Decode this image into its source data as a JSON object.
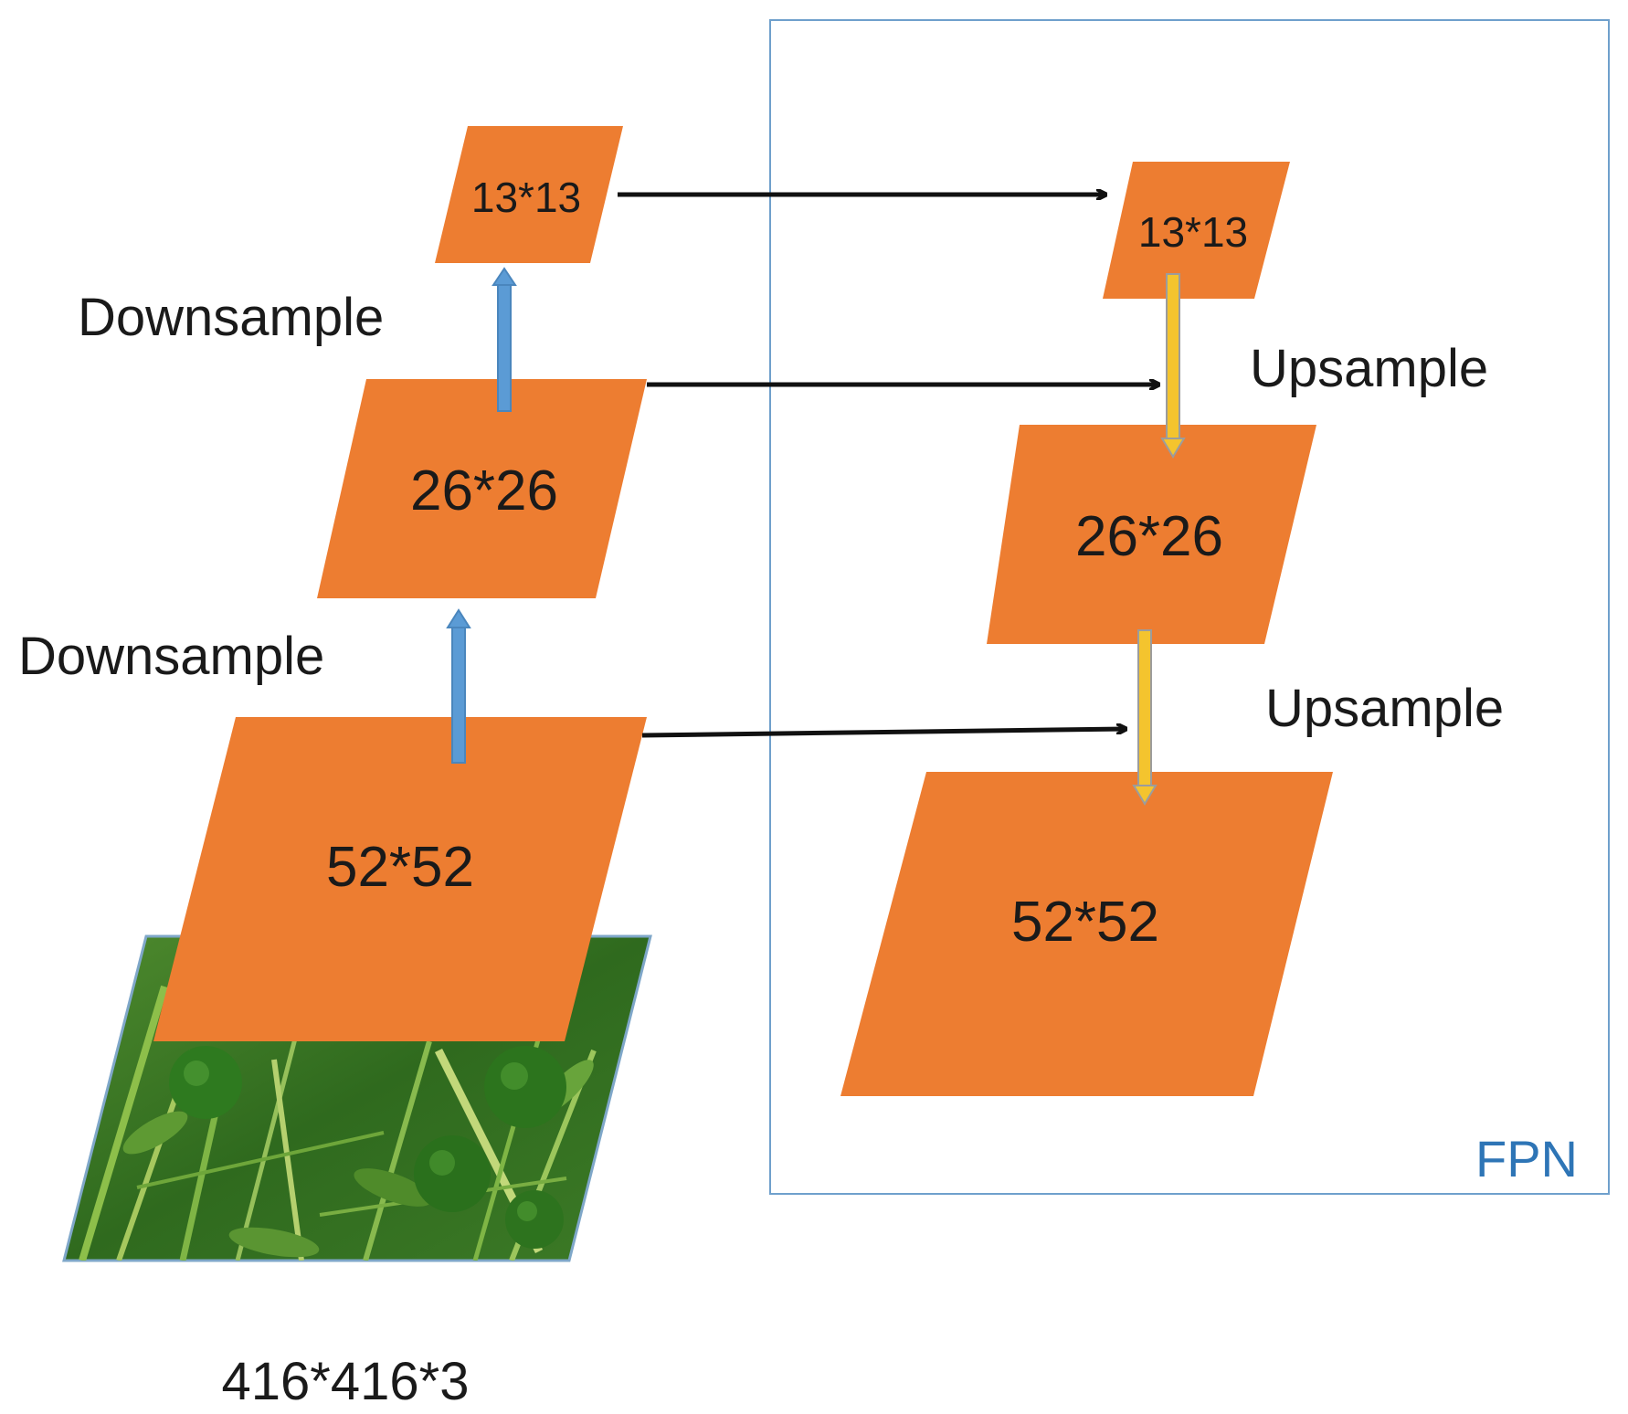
{
  "colors": {
    "feature_map": "#ED7D31",
    "downsample_arrow": "#5B9BD5",
    "upsample_arrow": "#F4C42E",
    "lateral_arrow": "#111111",
    "fpn_border": "#6FA0CC",
    "fpn_text": "#2E75B6"
  },
  "backbone": {
    "input_label": "416*416*3",
    "input_image_icon": "green-foliage-with-citrus-fruit",
    "levels": [
      {
        "label": "13*13"
      },
      {
        "label": "26*26"
      },
      {
        "label": "52*52"
      }
    ],
    "downsample_labels": [
      "Downsample",
      "Downsample"
    ]
  },
  "fpn": {
    "title": "FPN",
    "levels": [
      {
        "label": "13*13"
      },
      {
        "label": "26*26"
      },
      {
        "label": "52*52"
      }
    ],
    "upsample_labels": [
      "Upsample",
      "Upsample"
    ]
  }
}
